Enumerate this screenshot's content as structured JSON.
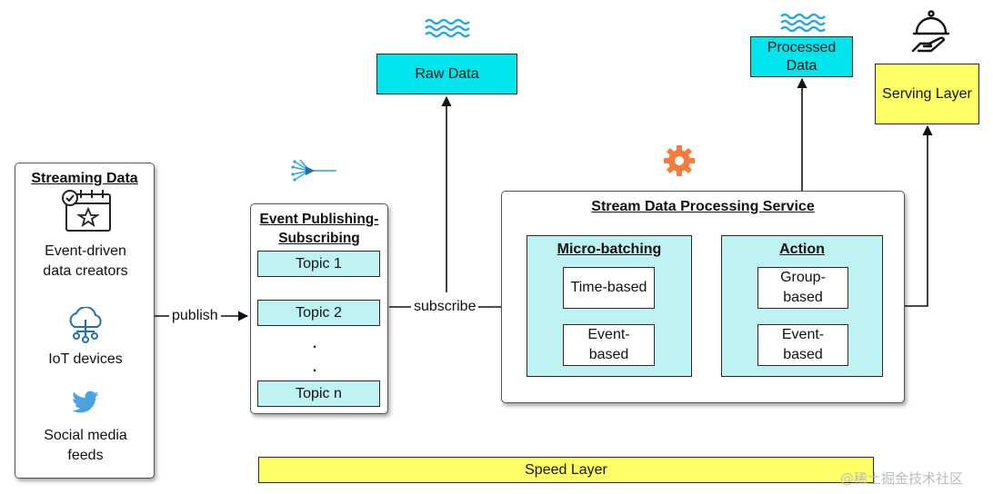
{
  "streaming_data": {
    "title": "Streaming Data",
    "sources": [
      {
        "label_line1": "Event-driven",
        "label_line2": "data creators",
        "icon": "calendar-star-icon"
      },
      {
        "label_line1": "IoT devices",
        "icon": "cloud-network-icon"
      },
      {
        "label_line1": "Social media",
        "label_line2": "feeds",
        "icon": "twitter-bird-icon"
      }
    ]
  },
  "edges": {
    "publish": "publish",
    "subscribe": "subscribe"
  },
  "event_publishing": {
    "title_line1": "Event Publishing-",
    "title_line2": "Subscribing",
    "topics": [
      "Topic 1",
      "Topic 2",
      "Topic n"
    ],
    "dots": [
      ".",
      "."
    ]
  },
  "raw_data": {
    "label": "Raw Data"
  },
  "processed_data": {
    "line1": "Processed",
    "line2": "Data"
  },
  "serving_layer": {
    "label": "Serving Layer"
  },
  "stream_processing": {
    "title": "Stream Data Processing Service",
    "micro_batching": {
      "title": "Micro-batching",
      "items": [
        {
          "line1": "Time-based"
        },
        {
          "line1": "Event-",
          "line2": "based"
        }
      ]
    },
    "action": {
      "title": "Action",
      "items": [
        {
          "line1": "Group-",
          "line2": "based"
        },
        {
          "line1": "Event-",
          "line2": "based"
        }
      ]
    }
  },
  "speed_layer": {
    "label": "Speed Layer"
  },
  "watermark": "@稀土掘金技术社区",
  "colors": {
    "teal": "#00e5ec",
    "light_cyan": "#bff2f2",
    "yellow": "#ffff66",
    "wave_blue": "#29a8e0",
    "gear_orange": "#f47c3c",
    "twitter_blue": "#4aa3df"
  }
}
